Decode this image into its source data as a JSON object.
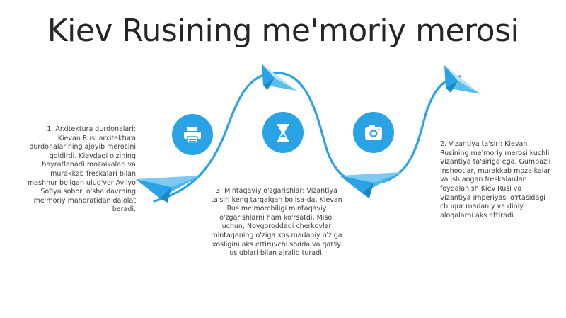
{
  "title": "Kiev Rusining me'moriy merosi",
  "steps": [
    {
      "icon": "printer-icon",
      "text": "1. Arxitektura durdonalari: Kievan Rusi arxitektura durdonalarining ajoyib merosini qoldirdi. Kievdagi o'zining hayratlanarli mozaikalari va murakkab freskalari bilan mashhur bo'lgan ulug'vor Avliyo Sofiya sobori o'sha davrning me'moriy mahoratidan dalolat beradi."
    },
    {
      "icon": "hourglass-icon",
      "text": "3. Mintaqaviy o'zgarishlar: Vizantiya ta'siri keng tarqalgan bo'lsa-da, Kievan Rus me'morchiligi mintaqaviy o'zgarishlarni ham ko'rsatdi. Misol uchun, Novgoroddagi cherkovlar mintaqaning o'ziga xos madaniy o'ziga xosligini aks ettiruvchi sodda va qat'iy uslublari bilan ajralib turadi."
    },
    {
      "icon": "camera-icon",
      "text": "2. Vizantiya ta'siri: Kievan Rusining me'moriy merosi kuchli Vizantiya ta'siriga ega. Gumbazli inshootlar, murakkab mozaikalar va ishlangan freskalardan foydalanish Kiev Rusi va Vizantiya imperiyasi o'rtasidagi chuqur madaniy va diniy aloqalarni aks ettiradi."
    }
  ],
  "colors": {
    "accent": "#29a3e6",
    "accent_light": "#7fcaf3",
    "plane_light": "#b8e2f8"
  }
}
